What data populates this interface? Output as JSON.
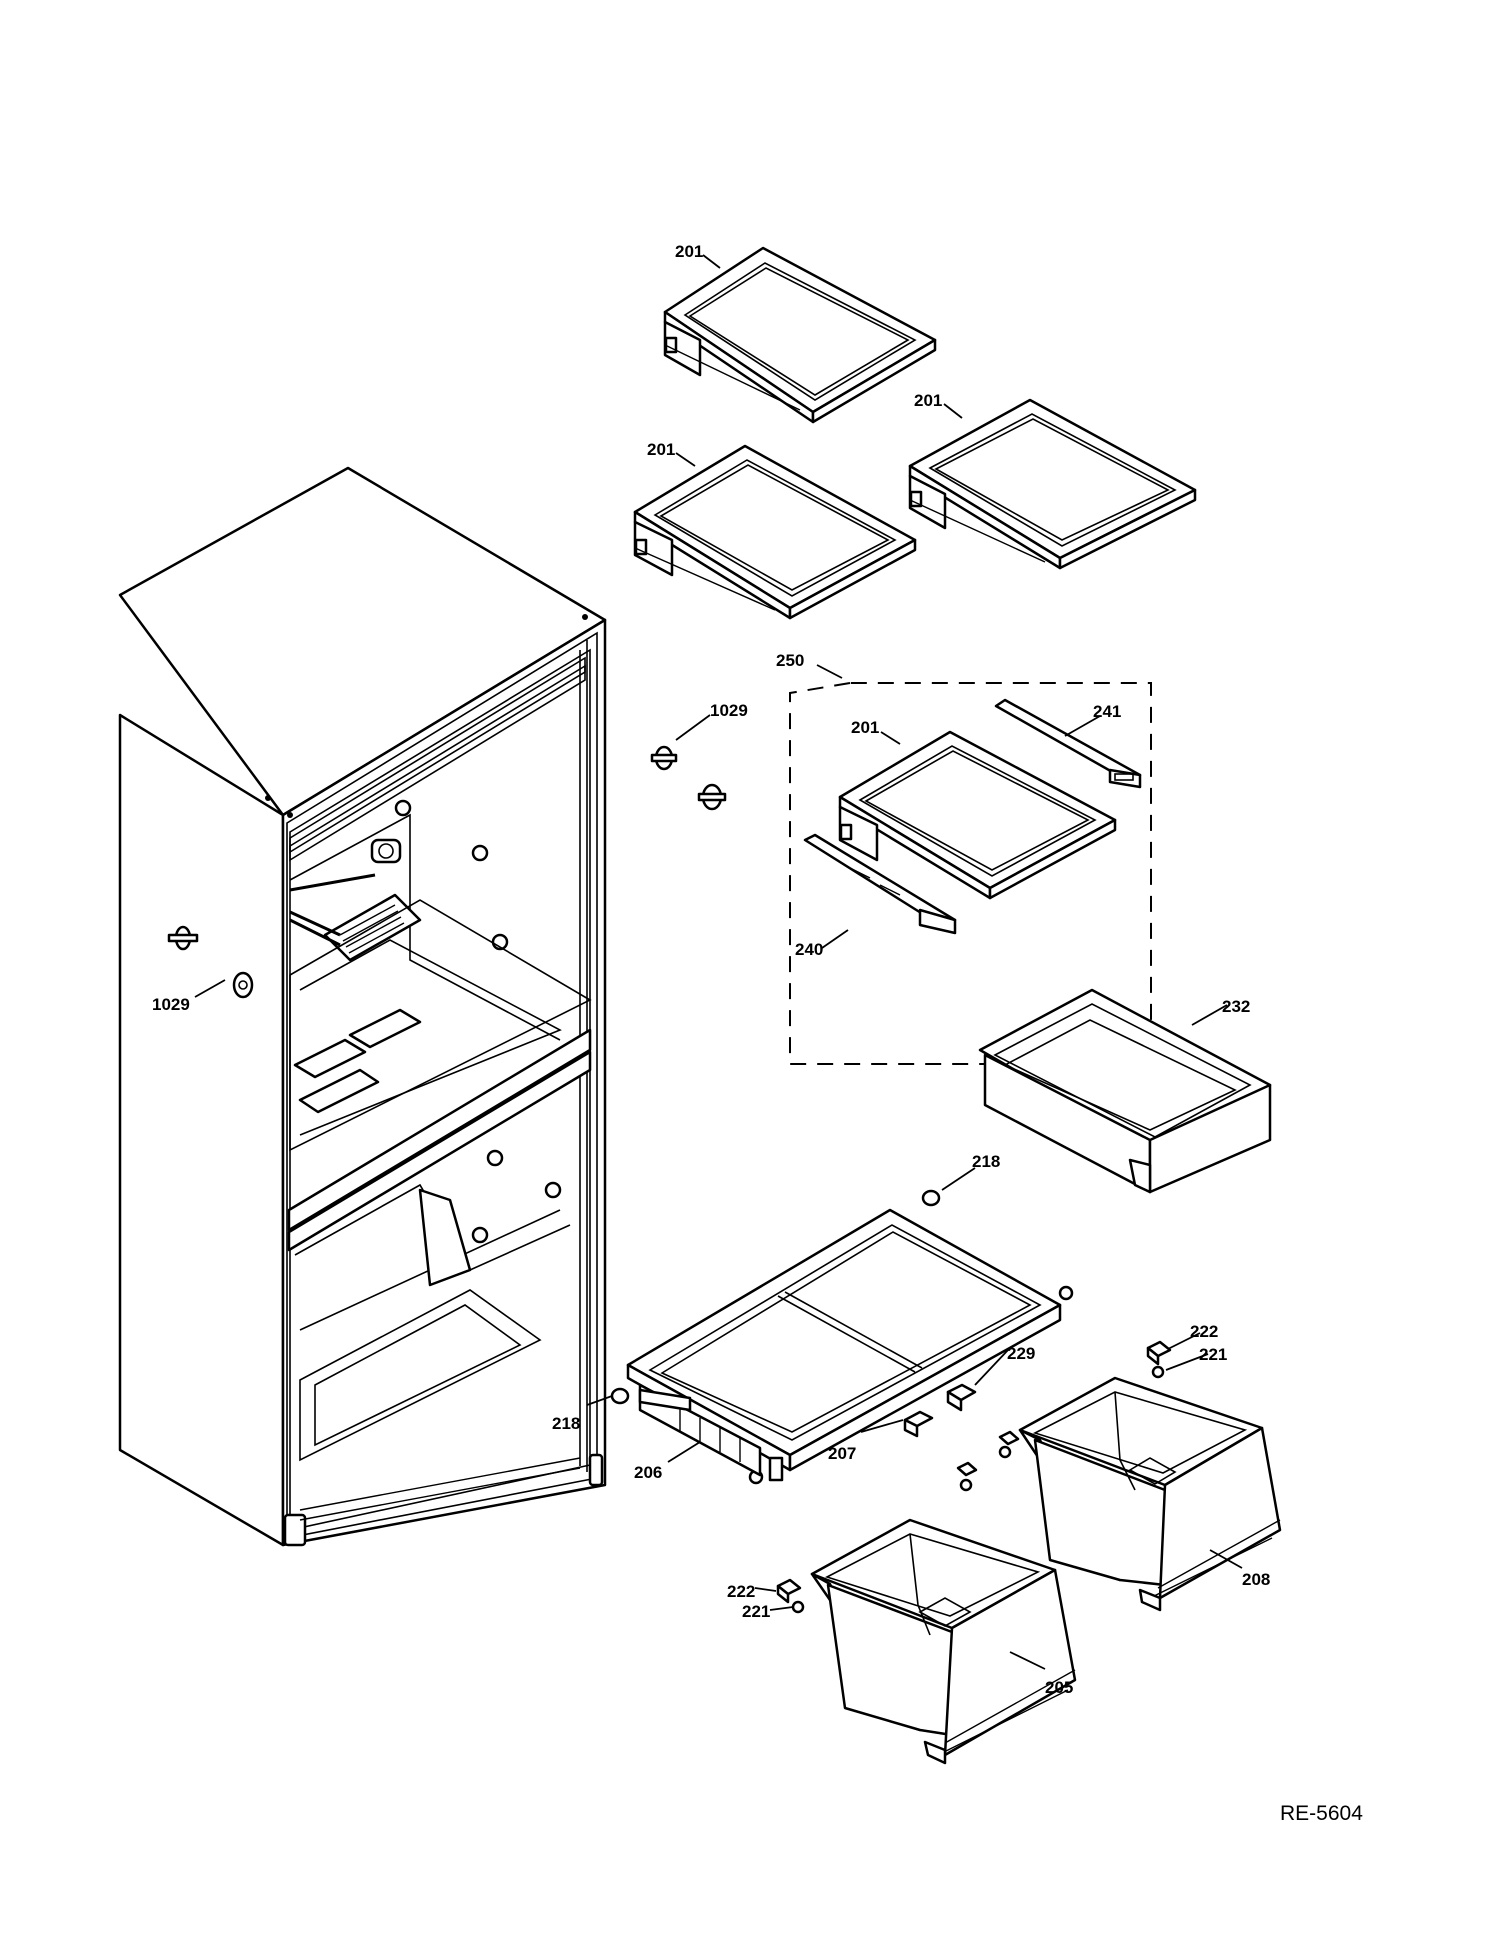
{
  "callouts": {
    "shelf_top": "201",
    "shelf_left": "201",
    "shelf_right": "201",
    "shelf_kit": "201",
    "kit": "250",
    "rail_right": "241",
    "rail_left": "240",
    "support_upper": "1029",
    "support_lower": "1029",
    "pan": "232",
    "glide_upper": "218",
    "glide_lower": "218",
    "bracket_upper": "222",
    "pin_upper": "221",
    "bracket_lower": "222",
    "pin_lower": "221",
    "latch": "229",
    "cover": "206",
    "clip": "207",
    "drawer_right": "208",
    "drawer_left": "205"
  },
  "drawing_code": "RE-5604"
}
